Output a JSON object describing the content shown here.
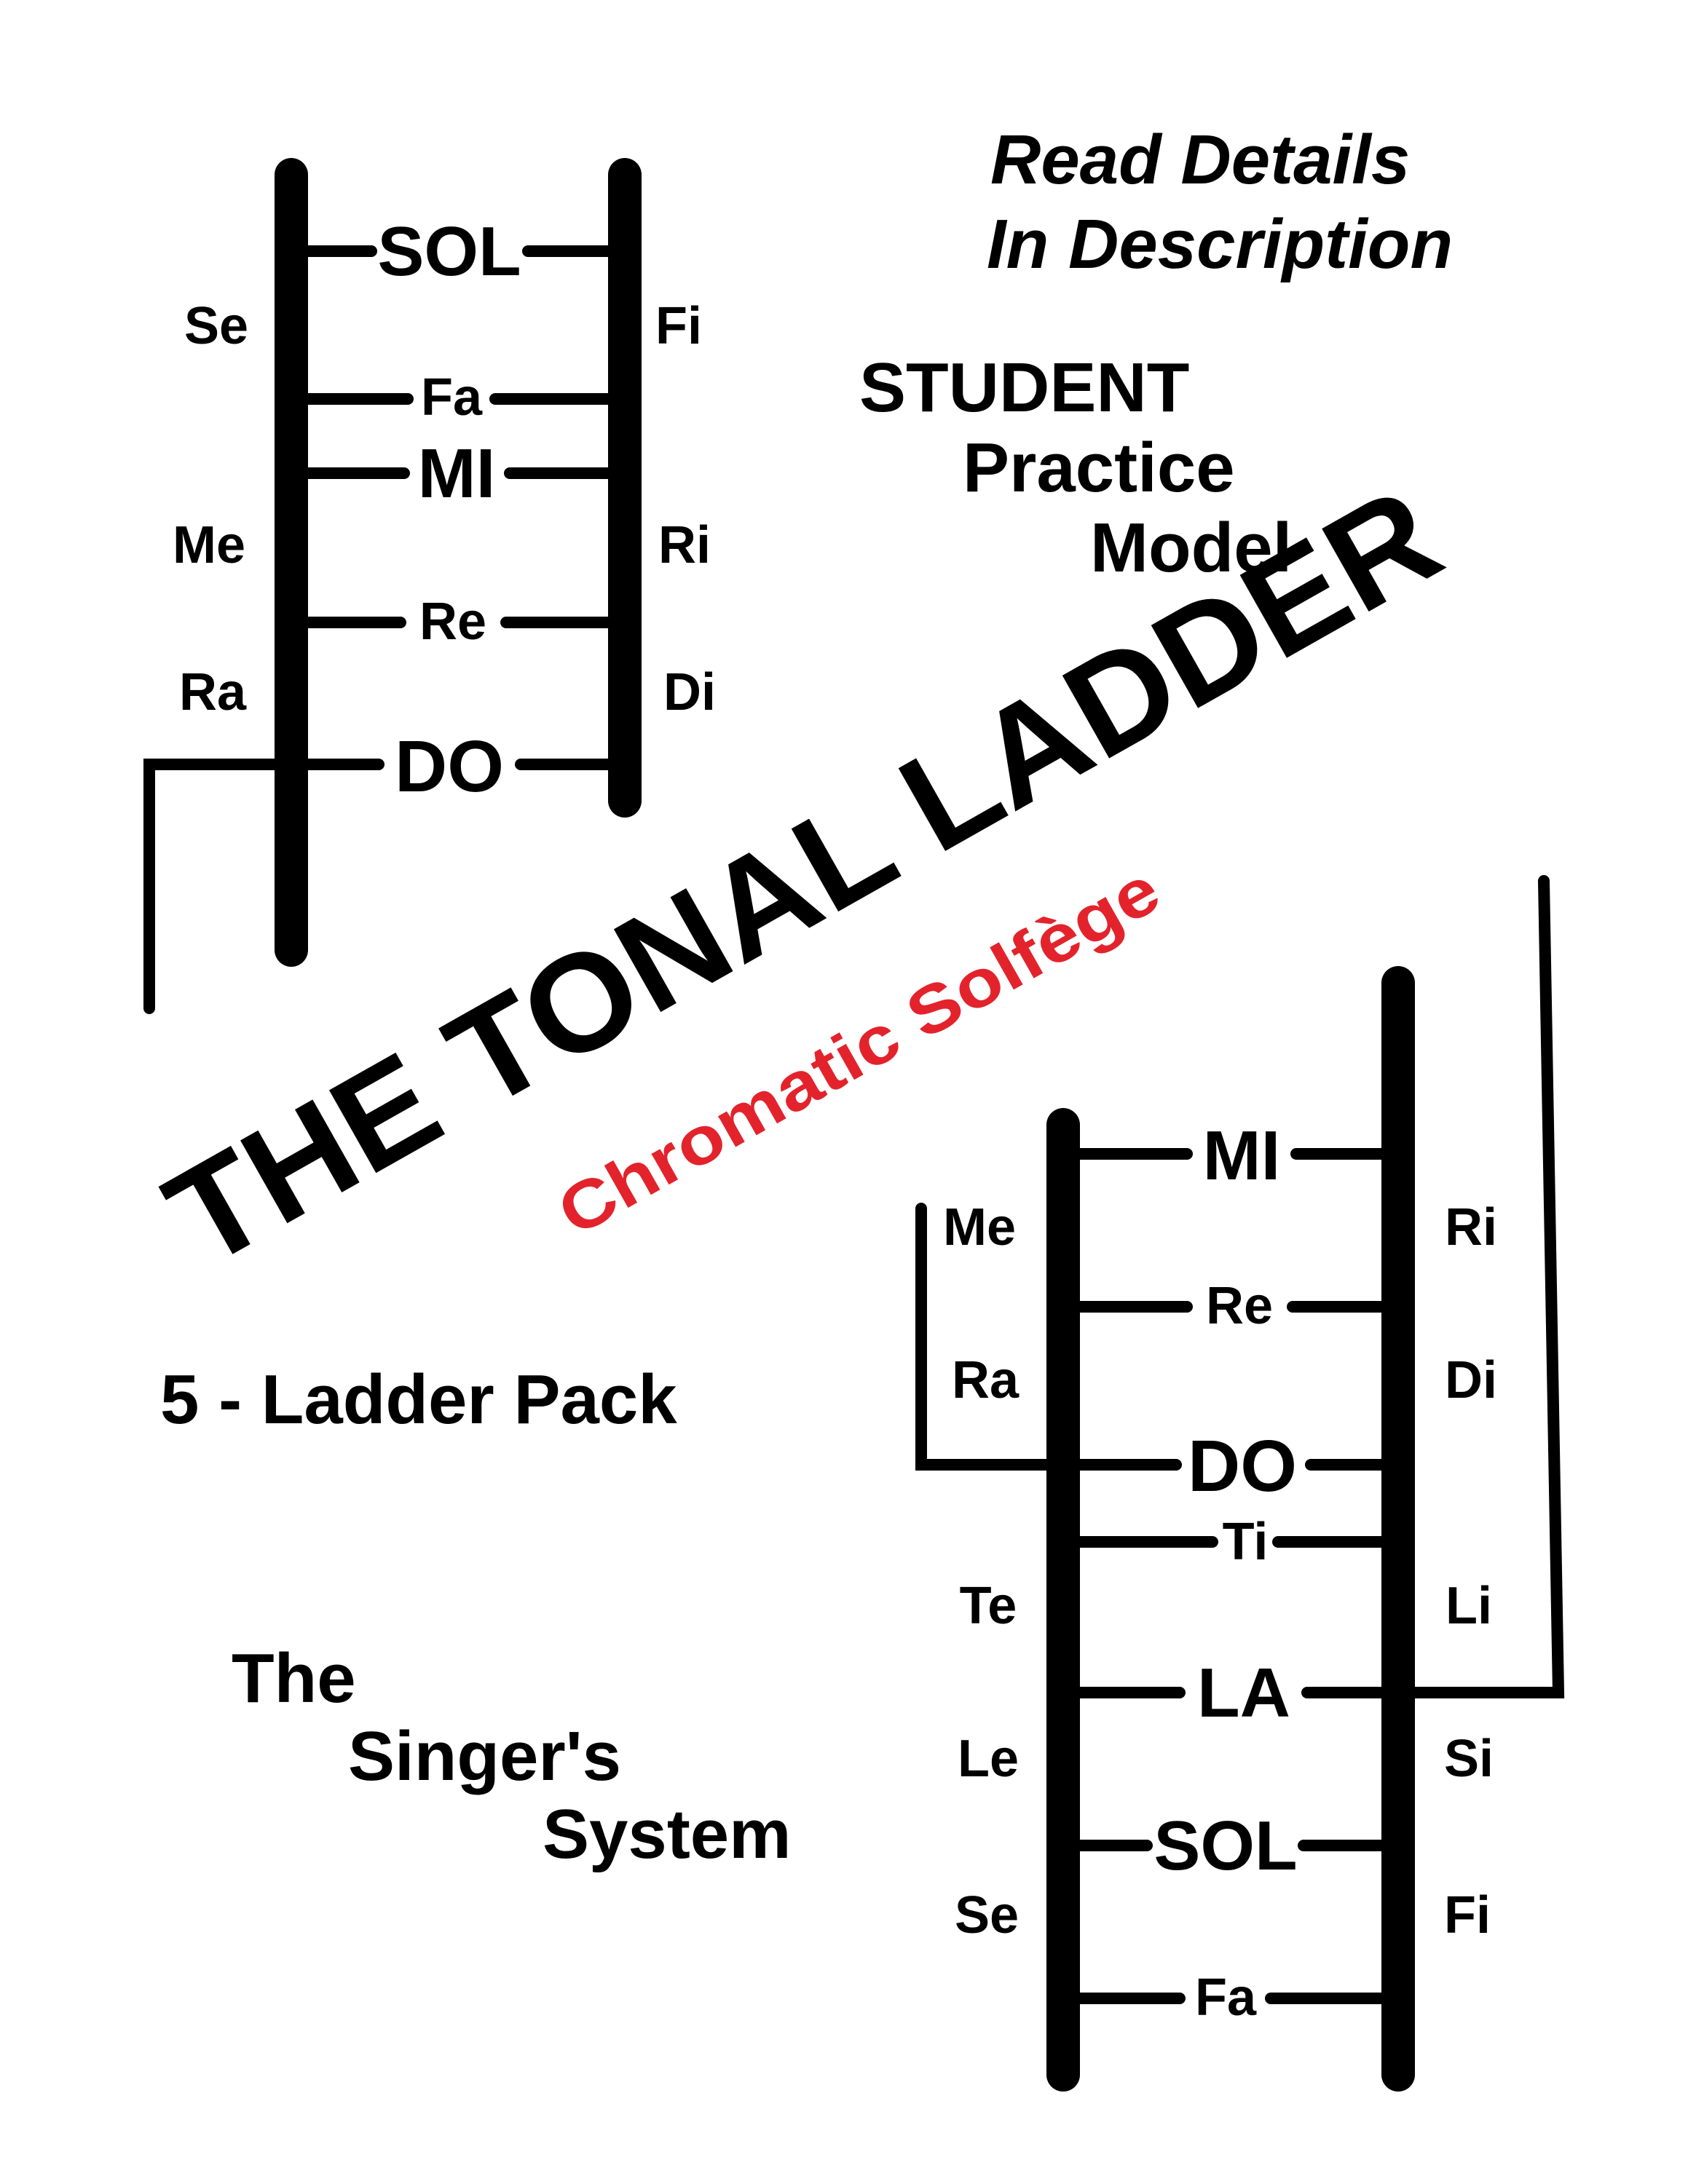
{
  "header": {
    "note_line1": "Read Details",
    "note_line2": "In Description"
  },
  "subtitle": {
    "line1": "STUDENT",
    "line2": "Practice",
    "line3": "Model"
  },
  "main_title": "THE TONAL LADDER",
  "main_subtitle": "Chromatic Solfège",
  "pack_label": "5 - Ladder Pack",
  "system": {
    "line1": "The",
    "line2": "Singer's",
    "line3": "System"
  },
  "ladder_top": {
    "rungs": [
      "SOL",
      "Fa",
      "MI",
      "Re",
      "DO"
    ],
    "left_chromatic": [
      "Se",
      "Me",
      "Ra"
    ],
    "right_chromatic": [
      "Fi",
      "Ri",
      "Di"
    ]
  },
  "ladder_bottom": {
    "rungs": [
      "MI",
      "Re",
      "DO",
      "Ti",
      "LA",
      "SOL",
      "Fa"
    ],
    "left_chromatic": [
      "Me",
      "Ra",
      "Te",
      "Le",
      "Se"
    ],
    "right_chromatic": [
      "Ri",
      "Di",
      "Li",
      "Si",
      "Fi"
    ]
  },
  "colors": {
    "ink": "#000000",
    "accent": "#e3232c",
    "background": "#ffffff"
  }
}
